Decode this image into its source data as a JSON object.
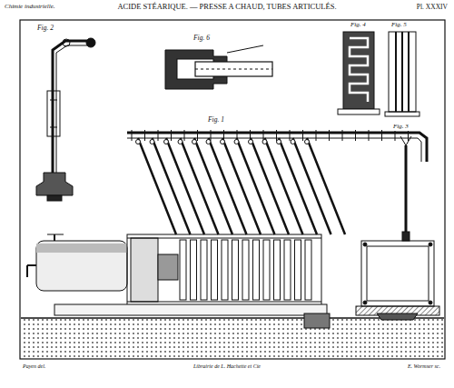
{
  "diagram": {
    "title": "ACIDE STÉARIQUE. — PRESSE A CHAUD, TUBES ARTICULÉS.",
    "labels": [
      "Chimie industrielle.",
      "Pl. XXXIV",
      "Fig. 2",
      "Fig. 6",
      "Fig. 4",
      "Fig. 5",
      "Fig. 1",
      "Fig. 3",
      "Payen del.",
      "Librairie de L. Hachette et Cie",
      "E. Wormser sc."
    ]
  }
}
